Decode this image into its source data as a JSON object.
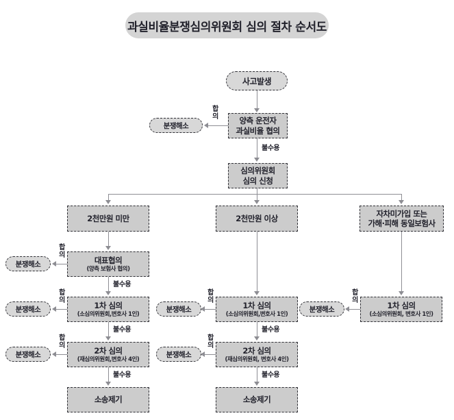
{
  "title": {
    "text": "과실비율분쟁심의위원회 심의 절차 순서도"
  },
  "labels": {
    "agree": "합의",
    "agree_char1": "합",
    "agree_char2": "의",
    "reject": "불수용",
    "resolved": "분쟁해소"
  },
  "nodes": {
    "accident": {
      "line1": "사고발생"
    },
    "negotiation": {
      "line1": "양측 운전자",
      "line2": "과실비율 협의"
    },
    "application": {
      "line1": "심의위원회",
      "line2": "심의 신청"
    },
    "branch_left": {
      "line1": "2천만원 미만"
    },
    "branch_center": {
      "line1": "2천만원 이상"
    },
    "branch_right": {
      "line1": "자차미가입 또는",
      "line2": "가해·피해 동일보험사"
    },
    "rep_consult": {
      "line1": "대표협의",
      "sub": "(양측 보험사 협의)"
    },
    "first_review_left": {
      "line1": "1차 심의",
      "sub": "(소심의위원회,변호사 1인)"
    },
    "second_review_left": {
      "line1": "2차 심의",
      "sub": "(재심의위원회,변호사 4인)"
    },
    "first_review_center": {
      "line1": "1차 심의",
      "sub": "(소심의위원회,변호사 1인)"
    },
    "second_review_center": {
      "line1": "2차 심의",
      "sub": "(재심의위원회, 변호사 4인)"
    },
    "first_review_right": {
      "line1": "1차 심의",
      "sub": "(소심의위원회, 변호사 1인)"
    },
    "lawsuit_left": {
      "line1": "소송제기"
    },
    "lawsuit_center": {
      "line1": "소송제기"
    }
  },
  "terminators": {
    "resolved_negotiation": "분쟁해소",
    "resolved_rep_consult": "분쟁해소",
    "resolved_first_left": "분쟁해소",
    "resolved_second_left": "분쟁해소",
    "resolved_first_center": "분쟁해소",
    "resolved_second_center": "분쟁해소",
    "resolved_first_right": "분쟁해소"
  },
  "edges": {
    "accident_to_negotiation": "",
    "negotiation_to_application": "불수용",
    "branch_left_to_rep": "",
    "rep_to_first_left": "불수용",
    "first_to_second_left": "불수용",
    "second_to_lawsuit_left": "불수용",
    "first_to_second_center": "불수용",
    "second_to_lawsuit_center": "불수용"
  },
  "colors": {
    "node_fill": "#cccccc",
    "pill_fill": "#d8d8d8",
    "title_fill": "#d4d4d4",
    "border": "#2f2f35",
    "connector": "#8d8d93",
    "text": "#22222c",
    "background": "#ffffff"
  }
}
